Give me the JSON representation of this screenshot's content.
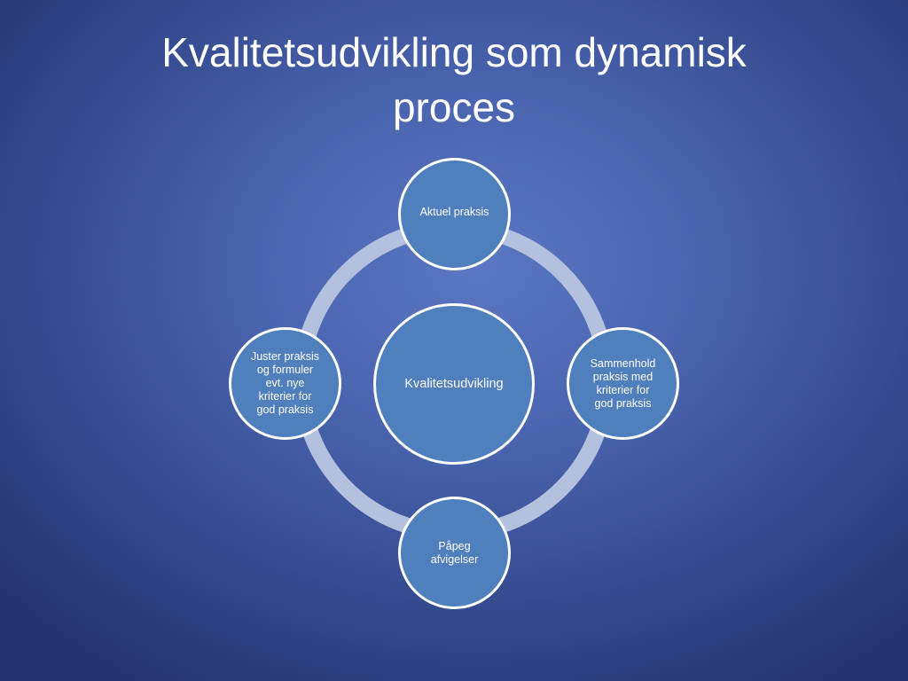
{
  "slide": {
    "title_line1": "Kvalitetsudvikling som dynamisk",
    "title_line2": "proces"
  },
  "diagram": {
    "center": {
      "lines": [
        "Kvalitetsudvikling"
      ]
    },
    "nodes": {
      "top": {
        "lines": [
          "Aktuel praksis"
        ]
      },
      "right": {
        "lines": [
          "Sammenhold",
          "praksis med",
          "kriterier for",
          "god praksis"
        ]
      },
      "bottom": {
        "lines": [
          "Påpeg",
          "afvigelser"
        ]
      },
      "left": {
        "lines": [
          "Juster praksis",
          "og formuler",
          "evt. nye",
          "kriterier for",
          "god praksis"
        ]
      }
    }
  },
  "colors": {
    "node_fill": "#4f7fbd",
    "node_border": "#ffffff",
    "ring": "#b3c1df",
    "background": "#4a64af"
  }
}
